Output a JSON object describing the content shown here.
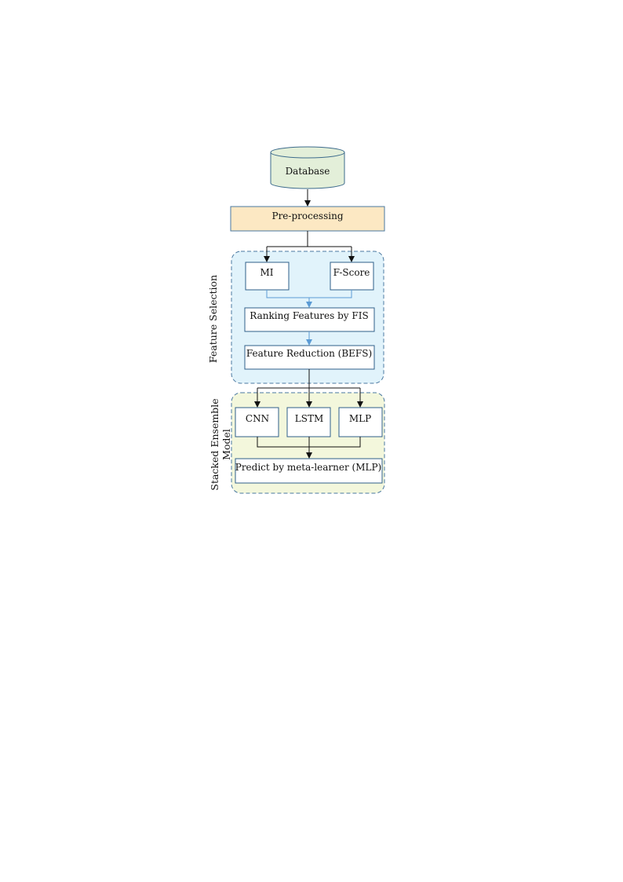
{
  "nodes": {
    "database": "Database",
    "preprocessing": "Pre-processing",
    "mi": "MI",
    "fscore": "F-Score",
    "ranking": "Ranking Features by FIS",
    "reduction": "Feature Reduction (BEFS)",
    "cnn": "CNN",
    "lstm": "LSTM",
    "mlp": "MLP",
    "predict": "Predict by meta-learner (MLP)"
  },
  "groups": {
    "feature_selection": "Feature Selection",
    "stacked_line1": "Stacked Ensemble",
    "stacked_line2": "Model"
  },
  "colors": {
    "database_fill": "#e3efd9",
    "database_stroke": "#3d6b8c",
    "preprocessing_fill": "#fce8c3",
    "preprocessing_stroke": "#4a78a0",
    "feature_group_fill": "#e1f3fb",
    "ensemble_group_fill": "#f3f7dc",
    "group_stroke": "#4a78a0",
    "box_stroke": "#2f5f8a",
    "arrow_black": "#111111",
    "arrow_blue": "#5b9bd5"
  }
}
